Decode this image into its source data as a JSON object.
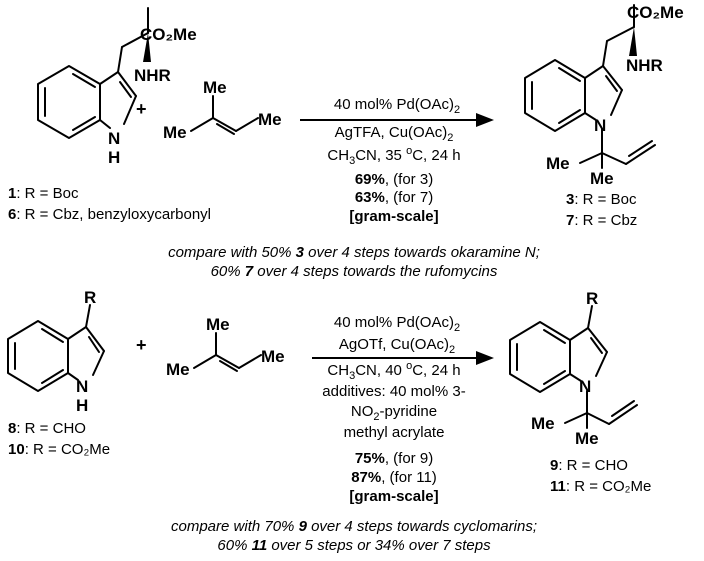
{
  "reaction1": {
    "substrate_labels": {
      "ester": "CO₂Me",
      "amine": "NHR",
      "nh": "N",
      "h": "H"
    },
    "alkene_labels": {
      "me_top": "Me",
      "me_left": "Me",
      "me_right": "Me"
    },
    "plus": "+",
    "conditions": [
      "40 mol% Pd(OAc)2",
      "AgTFA, Cu(OAc)2",
      "CH3CN, 35 oC, 24 h"
    ],
    "yield_3": {
      "value": "69%",
      "text": ", (for 3)"
    },
    "yield_7": {
      "value": "63%",
      "text": ", (for 7)"
    },
    "gram_scale": "[gram-scale]",
    "start_cmpd_1": {
      "num": "1",
      "text": ": R = Boc"
    },
    "start_cmpd_6": {
      "num": "6",
      "text": ": R = Cbz, benzyloxycarbonyl"
    },
    "product_labels": {
      "ester": "CO₂Me",
      "amine": "NHR",
      "n": "N",
      "me_a": "Me",
      "me_b": "Me"
    },
    "prod_cmpd_3": {
      "num": "3",
      "text": ": R = Boc"
    },
    "prod_cmpd_7": {
      "num": "7",
      "text": ": R = Cbz"
    },
    "compare": {
      "line1_a": "compare with 50% ",
      "line1_num": "3",
      "line1_b": " over 4 steps towards okaramine N;",
      "line2_a": "60% ",
      "line2_num": "7",
      "line2_b": " over 4 steps towards the rufomycins"
    }
  },
  "reaction2": {
    "substrate_labels": {
      "r": "R",
      "n": "N",
      "h": "H"
    },
    "alkene_labels": {
      "me_top": "Me",
      "me_left": "Me",
      "me_right": "Me"
    },
    "plus": "+",
    "conditions": [
      "40 mol% Pd(OAc)2",
      "AgOTf, Cu(OAc)2",
      "CH3CN, 40 oC, 24 h",
      "additives: 40 mol% 3-",
      "NO2-pyridine",
      "methyl acrylate"
    ],
    "yield_9": {
      "value": "75%",
      "text": ", (for 9)"
    },
    "yield_11": {
      "value": "87%",
      "text": ", (for 11)"
    },
    "gram_scale": "[gram-scale]",
    "start_cmpd_8": {
      "num": "8",
      "text": ": R = CHO"
    },
    "start_cmpd_10": {
      "num": "10",
      "text": ": R = CO₂Me"
    },
    "product_labels": {
      "r": "R",
      "n": "N",
      "me_a": "Me",
      "me_b": "Me"
    },
    "prod_cmpd_9": {
      "num": "9",
      "text": ": R = CHO"
    },
    "prod_cmpd_11": {
      "num": "11",
      "text": ": R = CO₂Me"
    },
    "compare": {
      "line1_a": "compare with 70% ",
      "line1_num": "9",
      "line1_b": " over 4 steps towards cyclomarins;",
      "line2_a": "60% ",
      "line2_num": "11",
      "line2_b": " over 5 steps or 34% over 7 steps"
    }
  }
}
